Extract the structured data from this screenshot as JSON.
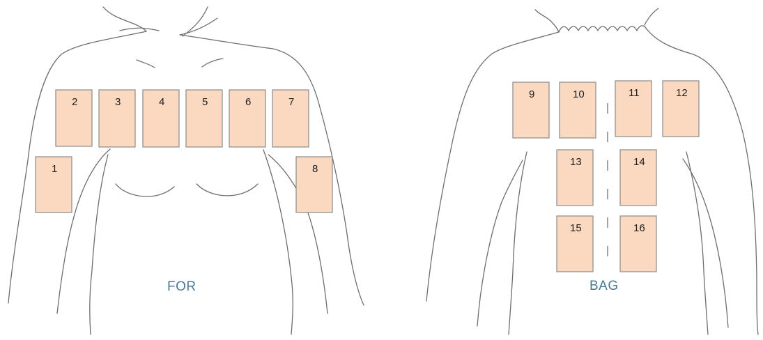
{
  "views": [
    {
      "id": "front",
      "label": "FOR"
    },
    {
      "id": "back",
      "label": "BAG"
    }
  ],
  "patches": [
    {
      "number": "1",
      "view": "front"
    },
    {
      "number": "2",
      "view": "front"
    },
    {
      "number": "3",
      "view": "front"
    },
    {
      "number": "4",
      "view": "front"
    },
    {
      "number": "5",
      "view": "front"
    },
    {
      "number": "6",
      "view": "front"
    },
    {
      "number": "7",
      "view": "front"
    },
    {
      "number": "8",
      "view": "front"
    },
    {
      "number": "9",
      "view": "back"
    },
    {
      "number": "10",
      "view": "back"
    },
    {
      "number": "11",
      "view": "back"
    },
    {
      "number": "12",
      "view": "back"
    },
    {
      "number": "13",
      "view": "back"
    },
    {
      "number": "14",
      "view": "back"
    },
    {
      "number": "15",
      "view": "back"
    },
    {
      "number": "16",
      "view": "back"
    }
  ],
  "colors": {
    "patch_fill": "#fbd9c1",
    "outline": "#6e6e6e",
    "label": "#4a7896"
  }
}
